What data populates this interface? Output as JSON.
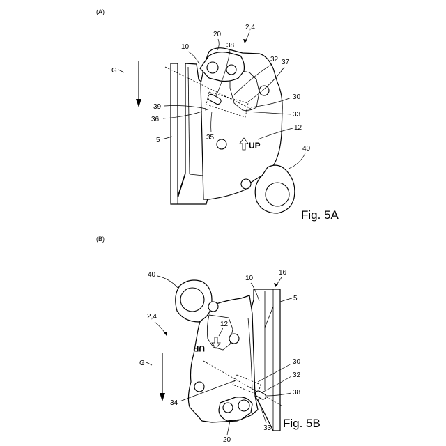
{
  "figure_a": {
    "panel_label": "(A)",
    "caption": "Fig. 5A",
    "gravity_label": "G",
    "direction_marker": "UP",
    "labels": {
      "l_2_4": "2,4",
      "l_20": "20",
      "l_10": "10",
      "l_38": "38",
      "l_32": "32",
      "l_37": "37",
      "l_30": "30",
      "l_39": "39",
      "l_33": "33",
      "l_36": "36",
      "l_12": "12",
      "l_35": "35",
      "l_5": "5",
      "l_40": "40"
    }
  },
  "figure_b": {
    "panel_label": "(B)",
    "caption": "Fig. 5B",
    "gravity_label": "G",
    "direction_marker": "UP",
    "labels": {
      "l_40": "40",
      "l_16": "16",
      "l_10": "10",
      "l_5": "5",
      "l_2_4": "2,4",
      "l_12": "12",
      "l_30": "30",
      "l_32": "32",
      "l_38": "38",
      "l_34": "34",
      "l_33": "33",
      "l_20": "20"
    }
  }
}
